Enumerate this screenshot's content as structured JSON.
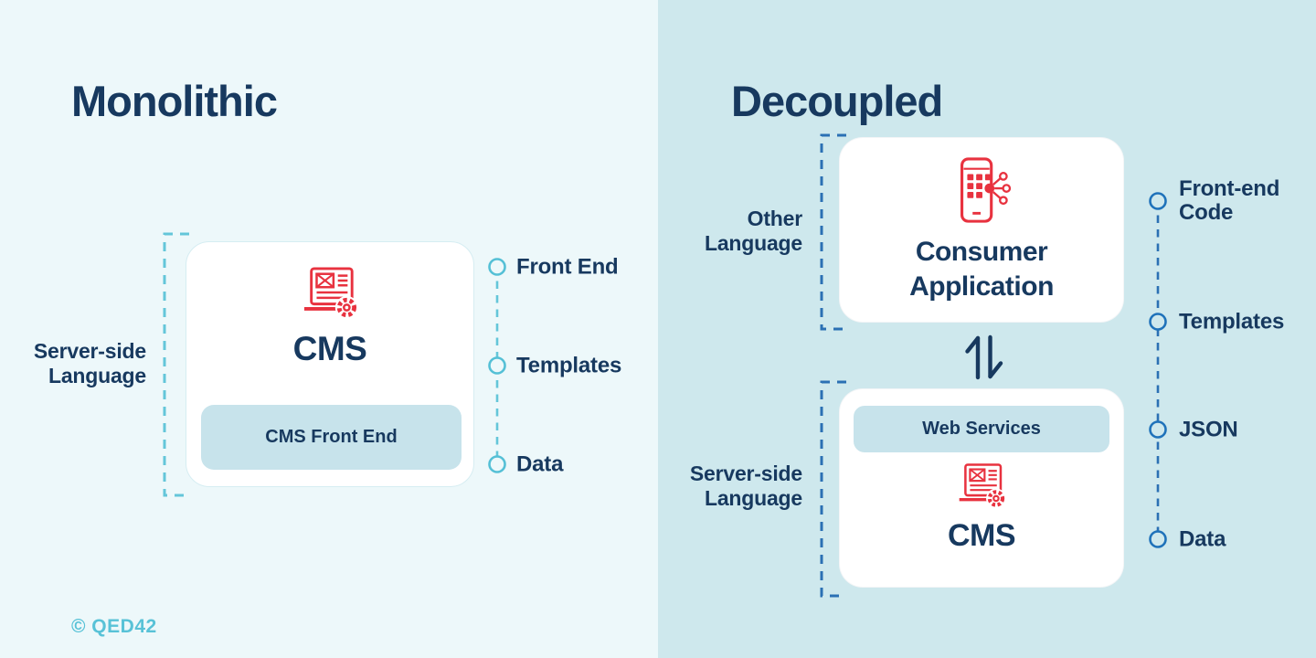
{
  "colors": {
    "navy_text": "#17395f",
    "icon_red": "#e8323f",
    "teal_accent": "#64c6d9",
    "blue_accent": "#2b70b4",
    "panel_left_bg": "#edf8fa",
    "panel_right_bg": "#cee8ed",
    "light_blue_fill": "#c7e3eb",
    "card_bg": "#ffffff"
  },
  "monolithic": {
    "title": "Monolithic",
    "bracket_label": "Server-side\nLanguage",
    "cms_box": {
      "icon": "cms-laptop-gear-icon",
      "title": "CMS",
      "front_end_label": "CMS Front End"
    },
    "outputs": [
      "Front End",
      "Templates",
      "Data"
    ]
  },
  "decoupled": {
    "title": "Decoupled",
    "consumer_bracket_label": "Other\nLanguage",
    "consumer_box": {
      "icon": "mobile-app-share-icon",
      "title": "Consumer\nApplication"
    },
    "exchange_icon": "bidirectional-arrows-icon",
    "cms_box": {
      "icon": "cms-laptop-gear-icon",
      "title": "CMS",
      "web_services_label": "Web Services"
    },
    "cms_bracket_label": "Server-side\nLanguage",
    "outputs": [
      "Front-end\nCode",
      "Templates",
      "JSON",
      "Data"
    ]
  },
  "footer": {
    "copyright": "© QED42"
  }
}
